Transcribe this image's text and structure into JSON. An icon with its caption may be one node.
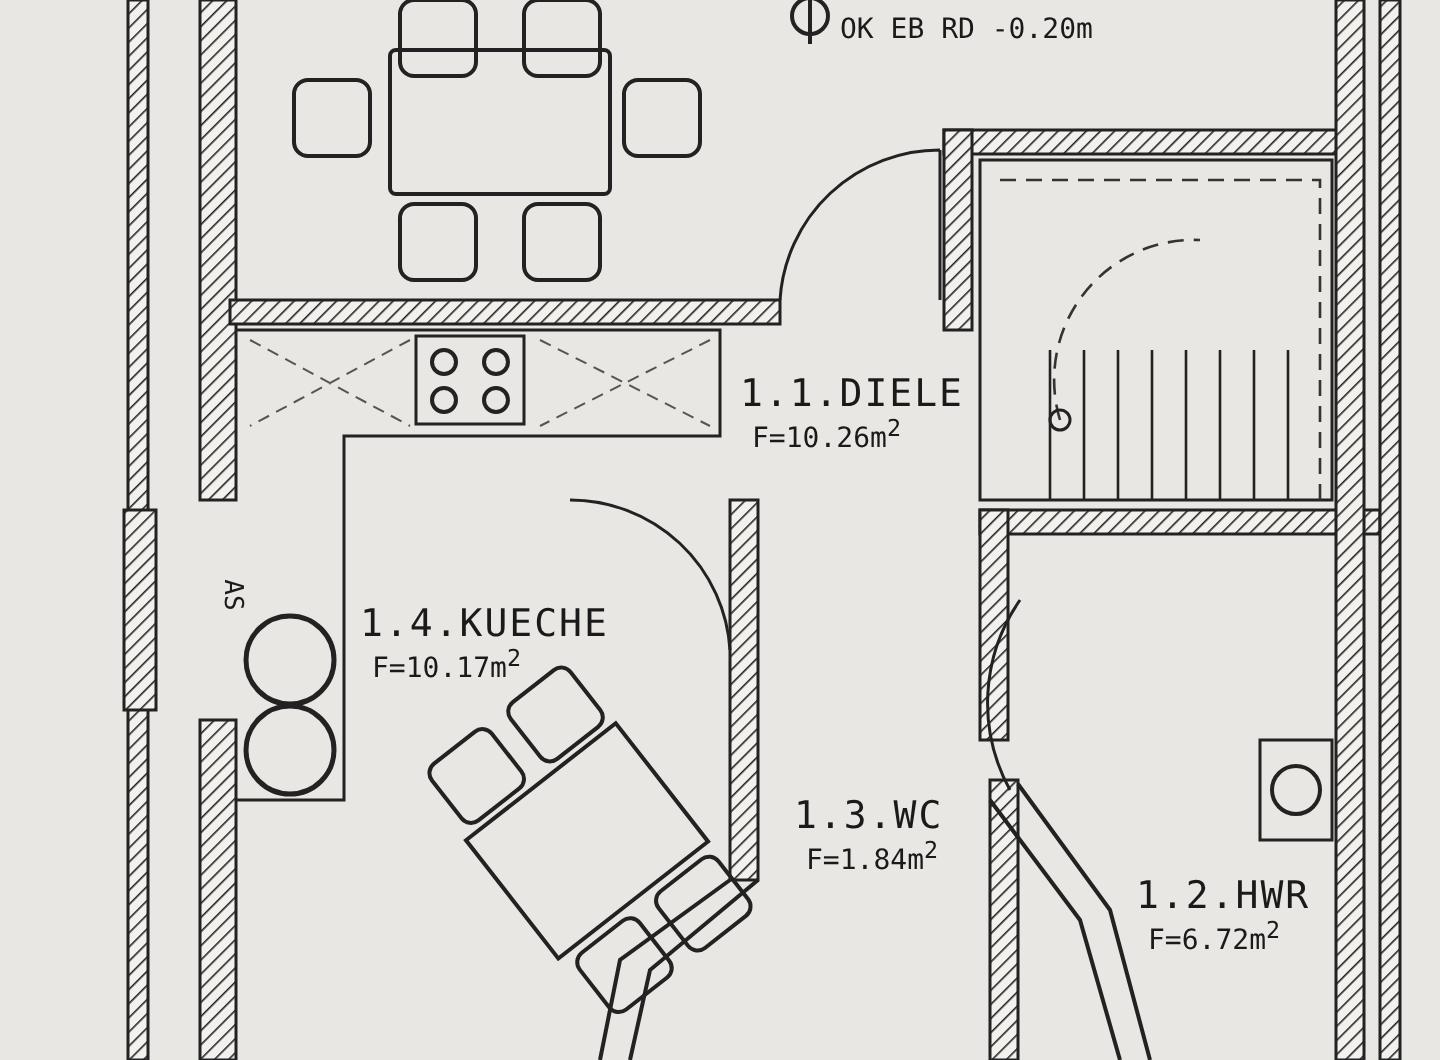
{
  "diagram": {
    "nodes": [
      {
        "text": [
          "1.1.DIELE",
          "F=10.26m$^{2}$"
        ]
      },
      {
        "text": [
          "1.4.KUECHE",
          "F=10.17m$^{2}$"
        ]
      },
      {
        "text": [
          "1.3.WC",
          "F=1.84m$^{2}$"
        ]
      },
      {
        "text": [
          "1.2.HWR",
          "F=6.72m$^{2}$"
        ]
      }
    ],
    "edges": [],
    "labels": [
      "OK EB RD -0.20m",
      "AS"
    ]
  }
}
